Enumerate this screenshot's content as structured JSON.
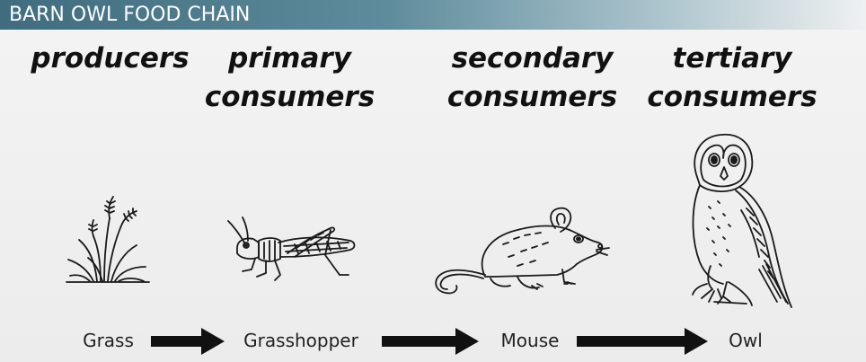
{
  "title": "BARN OWL FOOD CHAIN",
  "levels": [
    {
      "heading_line1": "producers",
      "heading_line2": "",
      "organism": "Grass",
      "icon": "grass-icon"
    },
    {
      "heading_line1": "primary",
      "heading_line2": "consumers",
      "organism": "Grasshopper",
      "icon": "grasshopper-icon"
    },
    {
      "heading_line1": "secondary",
      "heading_line2": "consumers",
      "organism": "Mouse",
      "icon": "mouse-icon"
    },
    {
      "heading_line1": "tertiary",
      "heading_line2": "consumers",
      "organism": "Owl",
      "icon": "owl-icon"
    }
  ],
  "colors": {
    "title_bar": "#3f6c7e",
    "title_text": "#ffffff",
    "background": "#f1f1f1",
    "ink": "#1a1a1a"
  }
}
